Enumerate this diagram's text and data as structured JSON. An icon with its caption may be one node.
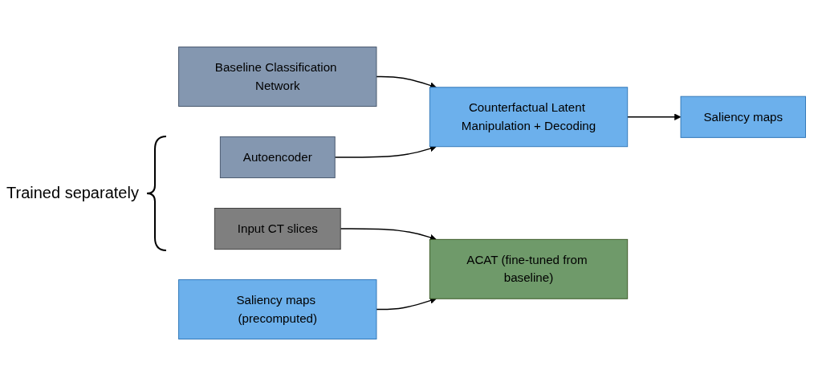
{
  "diagram": {
    "nodes": [
      {
        "text": [
          "Baseline Classification Network"
        ]
      },
      {
        "text": [
          "Autoencoder"
        ]
      },
      {
        "text": [
          "Counterfactual Latent Manipulation + Decoding"
        ]
      },
      {
        "text": [
          "Saliency maps"
        ]
      },
      {
        "text": [
          "Input CT slices"
        ]
      },
      {
        "text": [
          "Saliency maps (precomputed)"
        ]
      },
      {
        "text": [
          "ACAT (fine-tuned from baseline)"
        ]
      }
    ],
    "edges": [
      {
        "from": 0,
        "to": 2,
        "arrow": "to"
      },
      {
        "from": 1,
        "to": 2,
        "arrow": "to"
      },
      {
        "from": 2,
        "to": 3,
        "arrow": "to"
      },
      {
        "from": 4,
        "to": 6,
        "arrow": "to"
      },
      {
        "from": 5,
        "to": 6,
        "arrow": "to"
      }
    ],
    "labels": [
      "Trained separately"
    ]
  }
}
